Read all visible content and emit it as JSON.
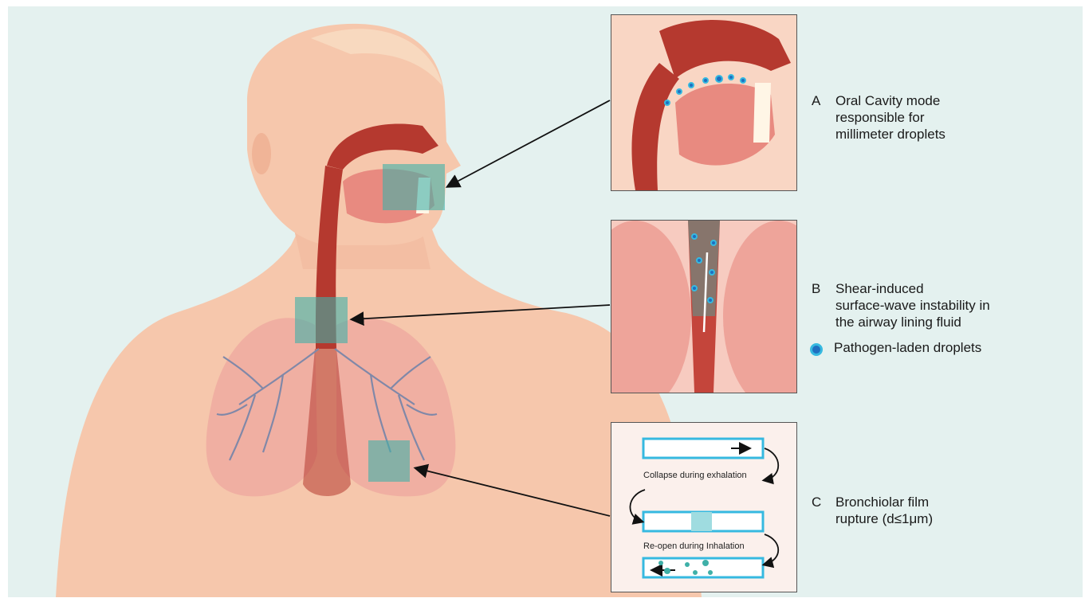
{
  "labels": {
    "a": {
      "letter": "A",
      "text": "Oral Cavity mode\nresponsible for\nmillimeter droplets"
    },
    "b": {
      "letter": "B",
      "text": "Shear-induced\nsurface-wave instability in\nthe airway lining fluid"
    },
    "c": {
      "letter": "C",
      "text": "Bronchiolar film\nrupture (d≤1μm)"
    }
  },
  "legend": {
    "text": "Pathogen-laden droplets"
  },
  "panel_c": {
    "collapse_label": "Collapse during exhalation",
    "reopen_label": "Re-open during Inhalation"
  },
  "colors": {
    "background": "#e4f1ef",
    "skin": "#f6c7ac",
    "airway": "#b5392f",
    "highlight": "#3fb0a8",
    "droplet": "#1f6fc0"
  }
}
